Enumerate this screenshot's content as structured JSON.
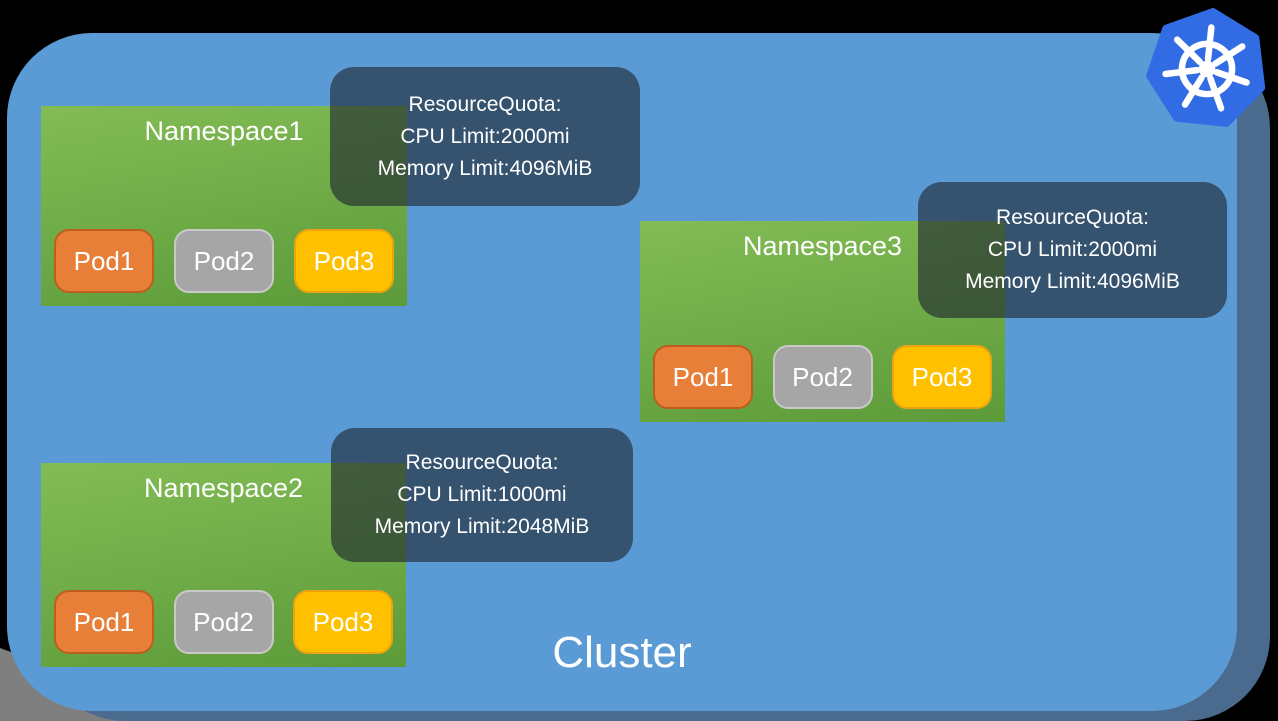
{
  "cluster": {
    "label": "Cluster"
  },
  "logo": {
    "name": "kubernetes-logo"
  },
  "namespaces": [
    {
      "name": "Namespace1",
      "pods": [
        {
          "label": "Pod1"
        },
        {
          "label": "Pod2"
        },
        {
          "label": "Pod3"
        }
      ],
      "quota": {
        "lines": [
          "ResourceQuota:",
          "CPU Limit:2000mi",
          "Memory Limit:4096MiB"
        ]
      }
    },
    {
      "name": "Namespace2",
      "pods": [
        {
          "label": "Pod1"
        },
        {
          "label": "Pod2"
        },
        {
          "label": "Pod3"
        }
      ],
      "quota": {
        "lines": [
          "ResourceQuota:",
          "CPU Limit:1000mi",
          "Memory Limit:2048MiB"
        ]
      }
    },
    {
      "name": "Namespace3",
      "pods": [
        {
          "label": "Pod1"
        },
        {
          "label": "Pod2"
        },
        {
          "label": "Pod3"
        }
      ],
      "quota": {
        "lines": [
          "ResourceQuota:",
          "CPU Limit:2000mi",
          "Memory Limit:4096MiB"
        ]
      }
    }
  ],
  "colors": {
    "cluster-blue": "#5b9bd5",
    "shadow-blue": "#4a6b8d",
    "shadow-gray": "#7f7f7f",
    "ns-green-top": "#83bc55",
    "ns-green-bottom": "#5c9b39",
    "pod1-fill": "#e77f38",
    "pod2-fill": "#a6a6a6",
    "pod3-fill": "#ffc000",
    "logo-blue": "#326ce5"
  }
}
